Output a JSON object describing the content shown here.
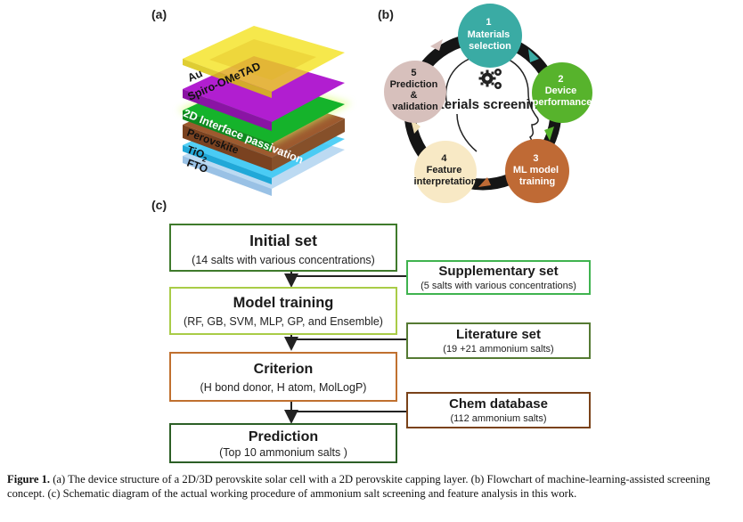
{
  "panels": {
    "a": "(a)",
    "b": "(b)",
    "c": "(c)"
  },
  "device": {
    "layers": [
      "Au",
      "Spiro-OMeTAD",
      "2D Interface passivation",
      "Perovskite",
      "TiO",
      "FTO"
    ],
    "tio2_subscript": "2",
    "colors": [
      "#f3e21a",
      "#b11ed0",
      "#15b32b",
      "#9d5a2f",
      "#36c8f4",
      "#a6cdee"
    ]
  },
  "cycle": {
    "center": "Materials screening",
    "steps": [
      {
        "number": "1",
        "label": "Materials selection",
        "color": "#3aaba4"
      },
      {
        "number": "2",
        "label": "Device performance",
        "color": "#57b32c"
      },
      {
        "number": "3",
        "label": "ML model training",
        "color": "#bf6a35"
      },
      {
        "number": "4",
        "label": "Feature interpretation",
        "color": "#f8e9c5"
      },
      {
        "number": "5",
        "label": "Prediction & validation",
        "color": "#d7c0bc"
      }
    ],
    "icon": "gears-icon"
  },
  "flow": {
    "main": [
      {
        "title": "Initial set",
        "detail": "(14 salts with various concentrations)",
        "color": "#3f7a2c"
      },
      {
        "title": "Model training",
        "detail": "(RF, GB, SVM, MLP, GP, and Ensemble)",
        "color": "#a9cc47"
      },
      {
        "title": "Criterion",
        "detail": "(H bond donor, H atom, MolLogP)",
        "color": "#c0702f"
      },
      {
        "title": "Prediction",
        "detail": "(Top 10 ammonium salts )",
        "color": "#2c5f26"
      }
    ],
    "side": [
      {
        "title": "Supplementary set",
        "detail": "(5 salts with various concentrations)",
        "color": "#3fb34f"
      },
      {
        "title": "Literature set",
        "detail": "(19 +21 ammonium salts)",
        "color": "#557a33"
      },
      {
        "title": "Chem database",
        "detail": "(112 ammonium salts)",
        "color": "#7a4219"
      }
    ]
  },
  "caption": {
    "lead": "Figure 1.",
    "text": "(a) The device structure of a 2D/3D perovskite solar cell with a 2D perovskite capping layer. (b) Flowchart of machine-learning-assisted screening concept. (c) Schematic diagram of the actual working procedure of ammonium salt screening and feature analysis in this work."
  }
}
